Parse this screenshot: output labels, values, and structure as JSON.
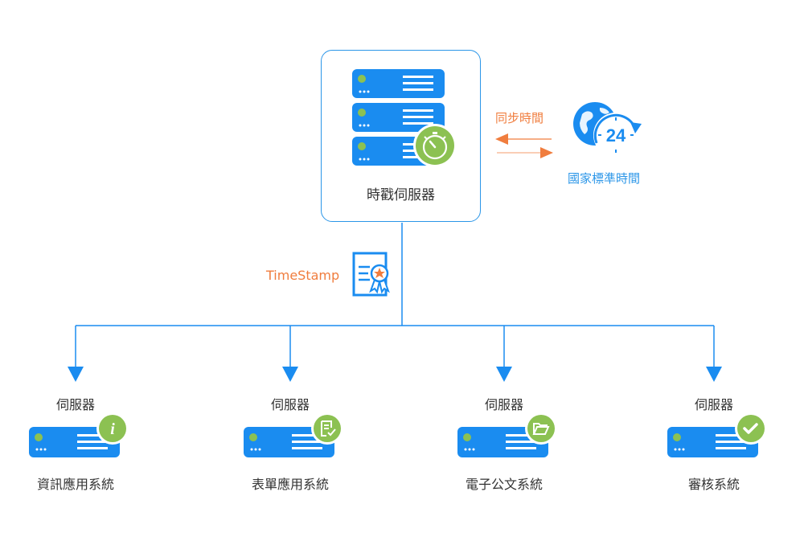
{
  "colors": {
    "primary_blue": "#1a8cf0",
    "line_blue": "#2b96e8",
    "accent_green": "#8cc152",
    "accent_orange": "#f07d3e"
  },
  "main_server": {
    "label": "時戳伺服器",
    "icon": "server-stack-with-stopwatch-icon"
  },
  "sync": {
    "label": "同步時間",
    "icon": "bidirectional-arrows-icon"
  },
  "national_time": {
    "label": "國家標準時間",
    "icon": "globe-24-hour-icon",
    "badge_text": "24"
  },
  "timestamp": {
    "label": "TimeStamp",
    "icon": "certificate-icon"
  },
  "nodes": [
    {
      "title": "伺服器",
      "name": "資訊應用系統",
      "badge_icon": "info-icon",
      "badge_text": "i"
    },
    {
      "title": "伺服器",
      "name": "表單應用系統",
      "badge_icon": "form-check-icon"
    },
    {
      "title": "伺服器",
      "name": "電子公文系統",
      "badge_icon": "folder-open-icon"
    },
    {
      "title": "伺服器",
      "name": "審核系統",
      "badge_icon": "checkmark-icon"
    }
  ]
}
